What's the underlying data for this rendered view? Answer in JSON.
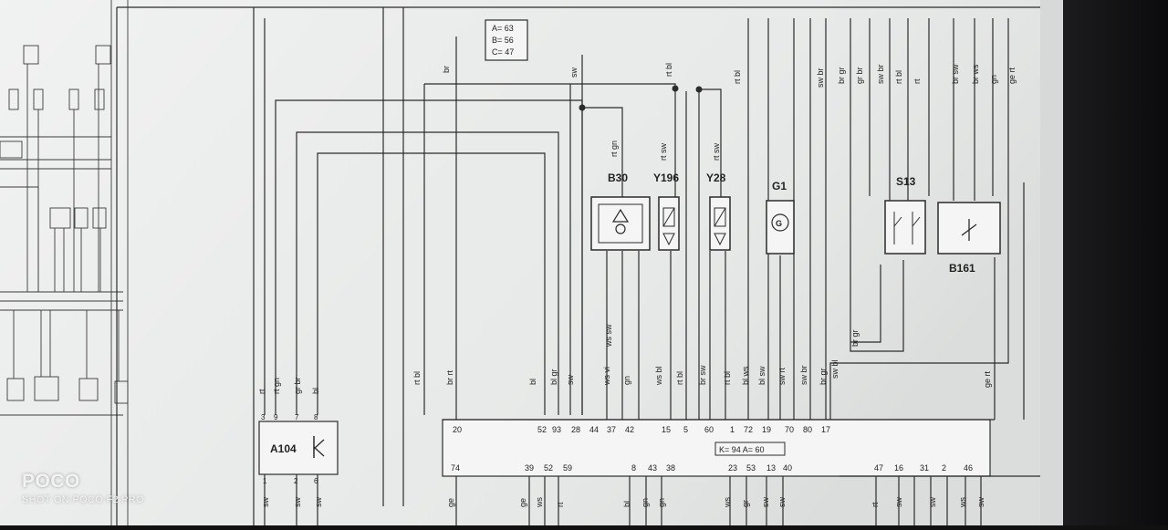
{
  "watermark": {
    "brand": "POCO",
    "sub": "SHOT ON POCO F2 PRO"
  },
  "colors": {
    "paper": "#e9ebea",
    "line": "#2b2b2b",
    "bezel": "#141416"
  },
  "legend": [
    "A= 63",
    "B= 56",
    "C= 47"
  ],
  "ecu_info": "K= 94  A= 60",
  "components": {
    "a104": "A104",
    "b30": "B30",
    "y196": "Y196",
    "y28": "Y28",
    "g1": "G1",
    "s13": "S13",
    "b161": "B161"
  },
  "wire_top_labels": [
    "br",
    "sw",
    "rt bl",
    "rt gn",
    "rt sw",
    "rt sw",
    "rt bl",
    "sw br",
    "br gr",
    "gr br",
    "sw br",
    "rt bl",
    "rt",
    "br sw",
    "br ws",
    "gn",
    "ge rt"
  ],
  "wire_mid_labels": [
    "rt",
    "rt gn",
    "gr br",
    "bl",
    "rt bl",
    "br rt",
    "bl",
    "bl gr",
    "sw",
    "ws vi",
    "ws sw",
    "gn",
    "ws bl",
    "rt bl",
    "br sw",
    "rt bl",
    "bl ws",
    "bl sw",
    "sw rt",
    "sw br",
    "br gr",
    "sw bl",
    "br gr",
    "ge rt"
  ],
  "ecu_top_pins": [
    "20",
    "52",
    "93",
    "28",
    "44",
    "37",
    "42",
    "15",
    "5",
    "60",
    "1",
    "72",
    "19",
    "70",
    "80",
    "17"
  ],
  "ecu_bottom_pins": [
    "74",
    "39",
    "52",
    "59",
    "8",
    "43",
    "38",
    "23",
    "53",
    "13",
    "40",
    "47",
    "16",
    "31",
    "2",
    "46"
  ],
  "a104_pins_top": [
    "3",
    "9",
    "7",
    "8"
  ],
  "a104_pins_bottom": [
    "1",
    "2",
    "6"
  ],
  "bottom_wire_labels": [
    "sw",
    "sw",
    "sw",
    "ge",
    "ge",
    "ws",
    "rt",
    "bl",
    "gn",
    "gn",
    "ws",
    "gr",
    "sw",
    "sw",
    "rt",
    "sw",
    "sw",
    "ws",
    "sw"
  ]
}
